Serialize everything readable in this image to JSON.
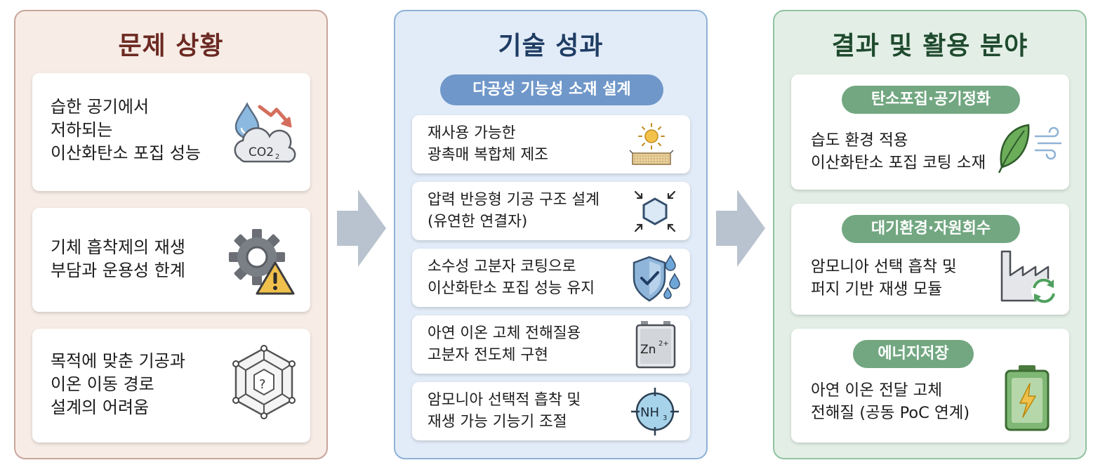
{
  "problem": {
    "title": "문제 상황",
    "cards": [
      {
        "text": "습한 공기에서\n저하되는\n이산화탄소 포집 성능",
        "icon": "co2-moisture-decline-icon",
        "icon_label": "CO2"
      },
      {
        "text": "기체 흡착제의 재생\n부담과 운용성 한계",
        "icon": "gear-warning-icon"
      },
      {
        "text": "목적에 맞춘 기공과\n이온 이동 경로\n설계의 어려움",
        "icon": "maze-question-icon"
      }
    ]
  },
  "tech": {
    "title": "기술 성과",
    "subtitle": "다공성 기능성 소재 설계",
    "cards": [
      {
        "text": "재사용 가능한\n광촉매 복합체 제조",
        "icon": "sun-surface-icon"
      },
      {
        "text": "압력 반응형 기공 구조 설계\n(유연한 연결자)",
        "icon": "hexagon-pressure-icon"
      },
      {
        "text": "소수성 고분자 코팅으로\n이산화탄소 포집 성능 유지",
        "icon": "shield-water-icon"
      },
      {
        "text": "아연 이온 고체 전해질용\n고분자 전도체 구현",
        "icon": "zinc-battery-icon",
        "icon_label": "Zn",
        "icon_sup": "2+"
      },
      {
        "text": "암모니아 선택적 흡착 및\n재생 가능 기능기 조절",
        "icon": "nh3-target-icon",
        "icon_label": "NH",
        "icon_sub": "3"
      }
    ]
  },
  "result": {
    "title": "결과 및 활용 분야",
    "cards": [
      {
        "tag": "탄소포집·공기정화",
        "text": "습도 환경 적용\n이산화탄소 포집 코팅 소재",
        "icon": "leaf-wind-icon"
      },
      {
        "tag": "대기환경·자원회수",
        "text": "암모니아 선택 흡착 및\n퍼지 기반 재생 모듈",
        "icon": "factory-recycle-icon"
      },
      {
        "tag": "에너지저장",
        "text": "아연 이온 전달 고체\n전해질 (공동 PoC 연계)",
        "icon": "battery-bolt-icon"
      }
    ]
  },
  "colors": {
    "problem_accent": "#6b2a22",
    "tech_accent": "#1f3c63",
    "tech_pill": "#6f97c9",
    "result_accent": "#1f4a2e",
    "result_pill": "#72a781",
    "arrow": "#b9c3cf"
  }
}
